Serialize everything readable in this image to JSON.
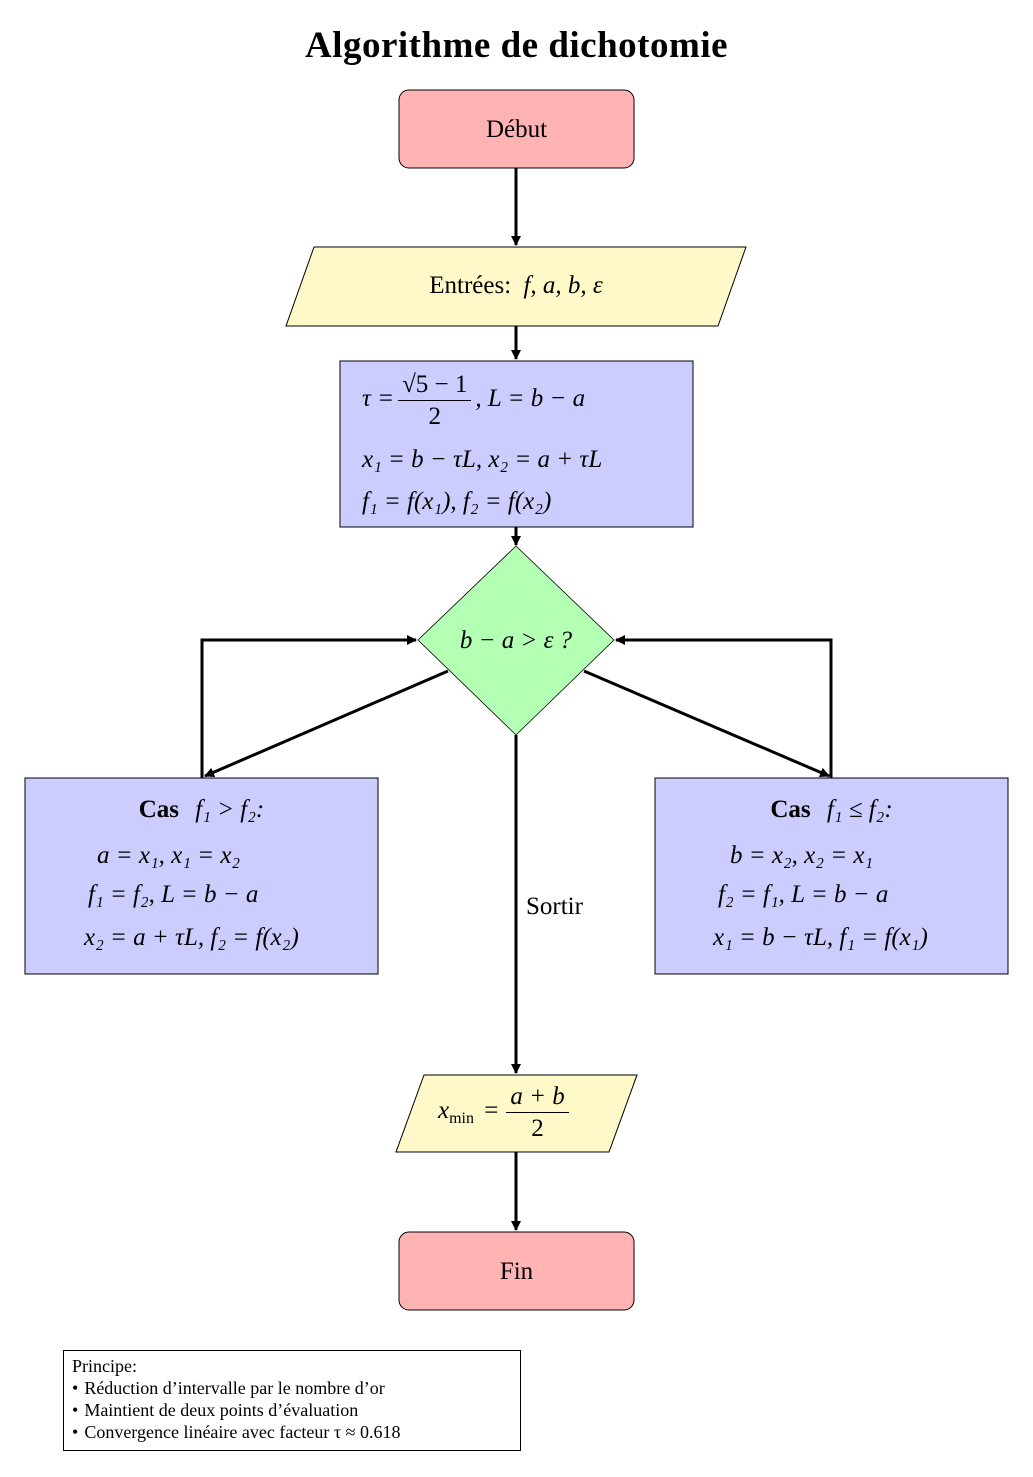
{
  "title": "Algorithme de dichotomie",
  "colors": {
    "terminal": "#FFB3B3",
    "io": "#FFF8C8",
    "process": "#CCCCFF",
    "decision": "#B3FFB3",
    "stroke": "#000000"
  },
  "nodes": {
    "start": {
      "label": "Début"
    },
    "inputs": {
      "prefix": "Entrées:",
      "vars": "f, a, b, ε"
    },
    "init": {
      "line1_lhs": "τ =",
      "line1_num": "√5 − 1",
      "line1_den": "2",
      "line1_rhs": ", L = b − a",
      "line2": "x₁ = b − τL, x₂ = a + τL",
      "line3": "f₁ = f(x₁),  f₂ = f(x₂)"
    },
    "decision": {
      "label": "b − a > ε ?"
    },
    "case_left": {
      "heading": "Cas",
      "condition": "f₁ > f₂:",
      "lines": [
        "a = x₁, x₁ = x₂",
        "f₁ = f₂, L = b − a",
        "x₂ = a + τL, f₂ = f(x₂)"
      ]
    },
    "case_right": {
      "heading": "Cas",
      "condition": "f₁ ≤ f₂:",
      "lines": [
        "b = x₂, x₂ = x₁",
        "f₂ = f₁, L = b − a",
        "x₁ = b − τL, f₁ = f(x₁)"
      ]
    },
    "output": {
      "lhs": "x",
      "sub": "min",
      "eq": "=",
      "num": "a + b",
      "den": "2"
    },
    "end": {
      "label": "Fin"
    }
  },
  "edges": {
    "exit_label": "Sortir"
  },
  "note": {
    "heading": "Principe:",
    "bullets": [
      "Réduction d’intervalle par le nombre d’or",
      "Maintient de deux points d’évaluation",
      "Convergence linéaire avec facteur τ ≈ 0.618"
    ]
  }
}
